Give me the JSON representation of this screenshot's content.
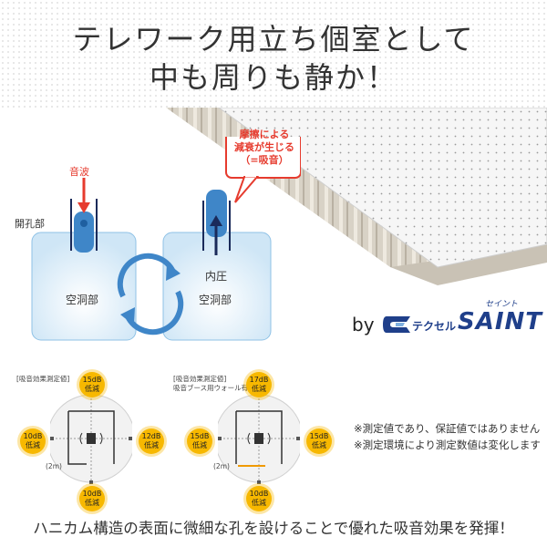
{
  "headline": {
    "line1": "テレワーク用立ち個室として",
    "line2": "中も周りも静か！"
  },
  "diagram": {
    "sound_wave": "音波",
    "opening": "開孔部",
    "cavity_left": "空洞部",
    "cavity_right": "空洞部",
    "inner_pressure": "内圧",
    "callout_line1": "摩擦による",
    "callout_line2": "減衰が生じる",
    "callout_line3": "（=吸音）"
  },
  "brand": {
    "by": "by",
    "techsel": "テクセル",
    "saint": "SAINT",
    "saint_kana": "セイント"
  },
  "measure_left": {
    "title": "[吸音効果測定値]",
    "top": {
      "value": "15dB",
      "label": "低減"
    },
    "left": {
      "value": "10dB",
      "label": "低減"
    },
    "right": {
      "value": "12dB",
      "label": "低減"
    },
    "bottom": {
      "value": "10dB",
      "label": "低減"
    },
    "dist": "(2m)"
  },
  "measure_right": {
    "title": "[吸音効果測定値]",
    "subtitle": "吸音ブース用ウォール有り",
    "top": {
      "value": "17dB",
      "label": "低減"
    },
    "left": {
      "value": "15dB",
      "label": "低減"
    },
    "right": {
      "value": "15dB",
      "label": "低減"
    },
    "bottom": {
      "value": "10dB",
      "label": "低減"
    },
    "dist": "(2m)"
  },
  "notes": {
    "note1": "※測定値であり、保証値ではありません",
    "note2": "※測定環境により測定数値は変化します"
  },
  "caption": "ハニカム構造の表面に微細な孔を設けることで優れた吸音効果を発揮！",
  "colors": {
    "badge": "#f7b800",
    "callout": "#e63b2e",
    "cavity": "#d7ecf8",
    "tube": "#3f86c8",
    "brand": "#1f3f8a"
  }
}
